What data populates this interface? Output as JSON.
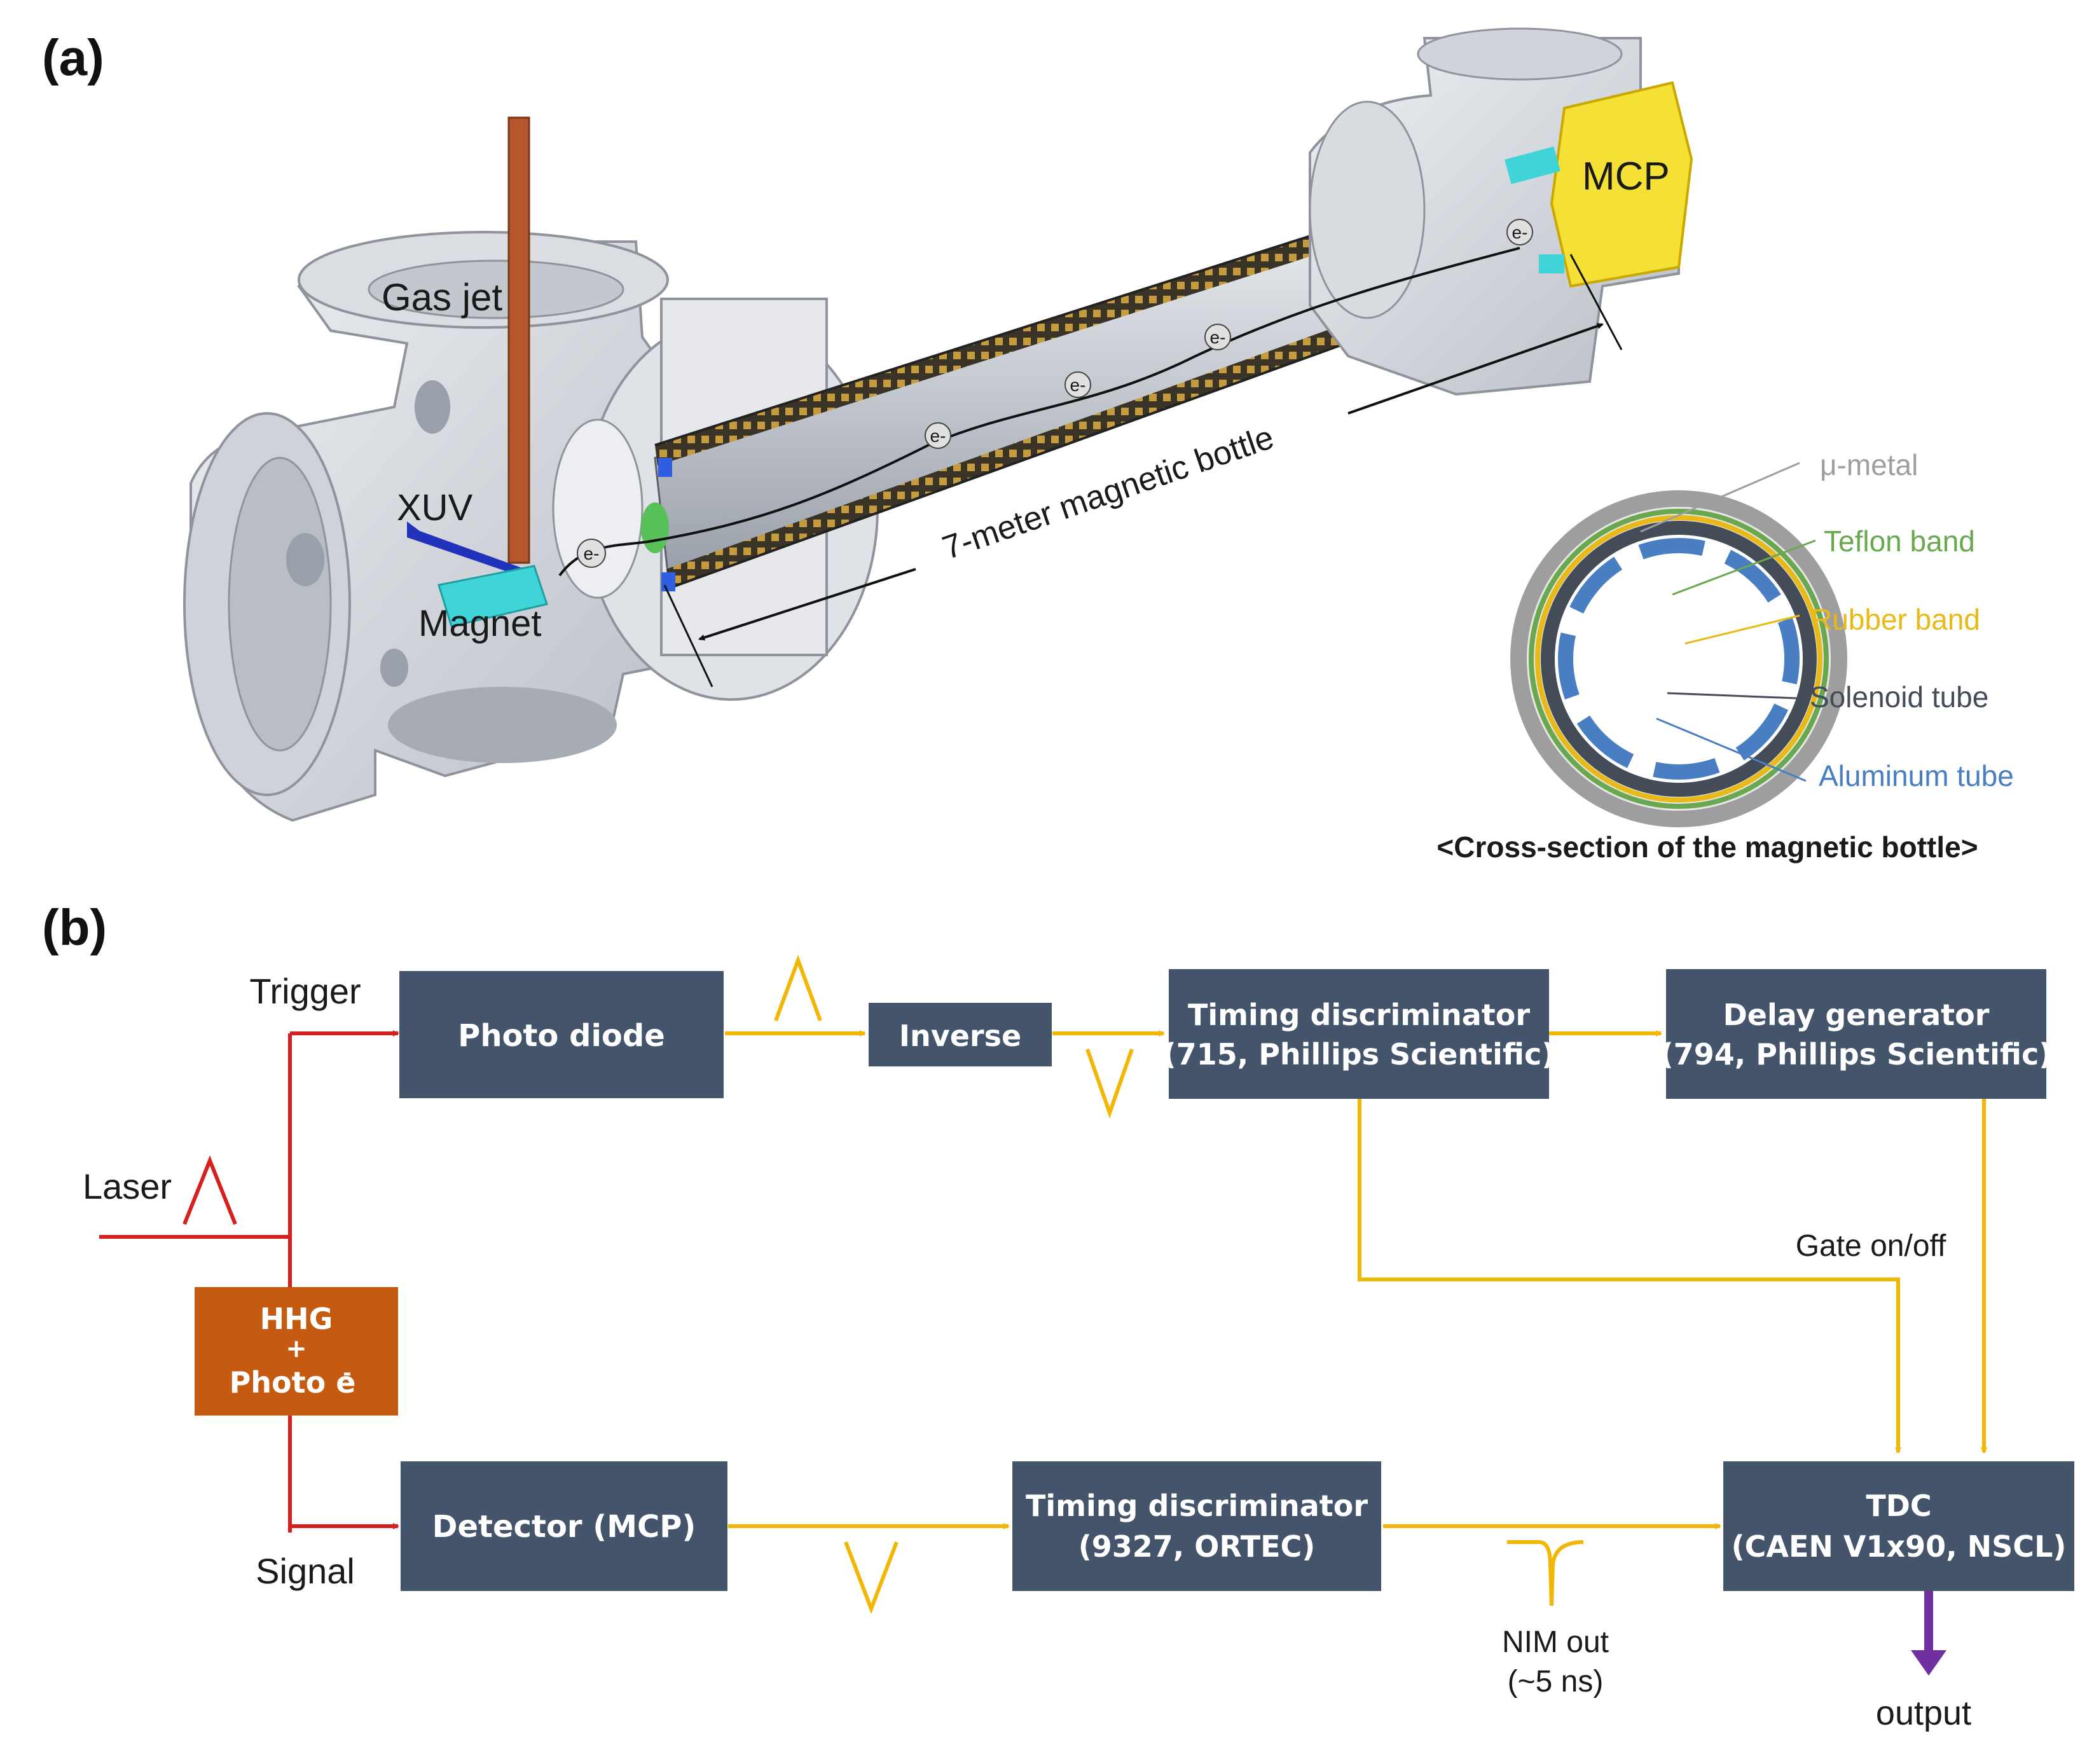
{
  "panel_a": {
    "panel_label": "(a)",
    "labels": {
      "gas_jet": "Gas jet",
      "xuv": "XUV",
      "magnet": "Magnet",
      "mcp": "MCP",
      "bottle": "7-meter magnetic bottle",
      "electron": "e-"
    },
    "cross_section": {
      "caption": "<Cross-section of the magnetic bottle>",
      "layers": [
        {
          "name": "μ-metal",
          "color": "#9e9e9e"
        },
        {
          "name": "Teflon band",
          "color": "#6aa84f"
        },
        {
          "name": "Rubber band",
          "color": "#e8b917"
        },
        {
          "name": "Solenoid tube",
          "color": "#444c57"
        },
        {
          "name": "Aluminum tube",
          "color": "#4a7ec2"
        }
      ]
    }
  },
  "panel_b": {
    "panel_label": "(b)",
    "labels": {
      "trigger": "Trigger",
      "laser": "Laser",
      "signal": "Signal",
      "gate": "Gate on/off",
      "nim_out_1": "NIM out",
      "nim_out_2": "(~5 ns)",
      "output": "output"
    },
    "boxes": {
      "photo_diode": "Photo diode",
      "inverse": "Inverse",
      "td715_1": "Timing discriminator",
      "td715_2": "(715, Phillips Scientific)",
      "delay_1": "Delay generator",
      "delay_2": "(794, Phillips Scientific)",
      "hhg_1": "HHG",
      "hhg_2": "+",
      "hhg_3": "Photo e",
      "hhg_sup": "-",
      "detector": "Detector (MCP)",
      "td9327_1": "Timing discriminator",
      "td9327_2": "(9327, ORTEC)",
      "tdc_1": "TDC",
      "tdc_2": "(CAEN V1x90, NSCL)"
    }
  },
  "colors": {
    "box": "#44546a",
    "hhg_box": "#c55a11",
    "laser_line": "#d62020",
    "signal_line": "#f2b705",
    "output_arrow": "#7030a0",
    "chamber": "#d9dce2",
    "magnet": "#3fd4d8",
    "mcp": "#f5e035",
    "rod": "#b5562f"
  }
}
